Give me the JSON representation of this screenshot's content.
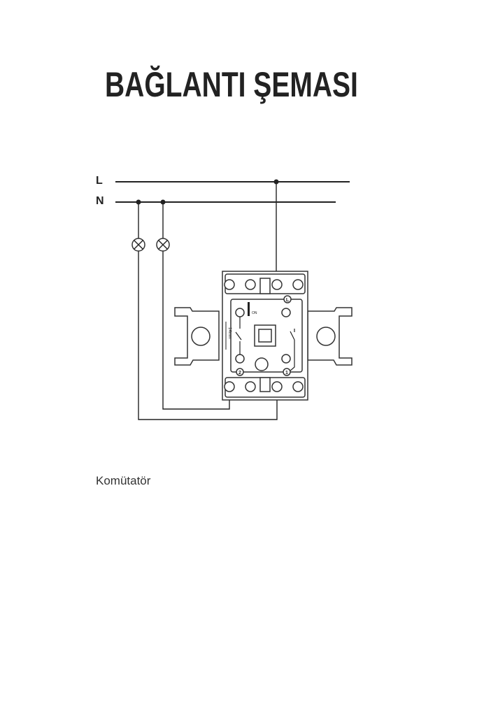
{
  "title": "BAĞLANTI ŞEMASI",
  "diagram": {
    "line_label": "L",
    "neutral_label": "N",
    "switch_labels": {
      "terminal_l": "L",
      "terminal_1": "1",
      "terminal_2": "2",
      "on": "ON",
      "dimension": "14mm"
    }
  },
  "caption": "Komütatör"
}
